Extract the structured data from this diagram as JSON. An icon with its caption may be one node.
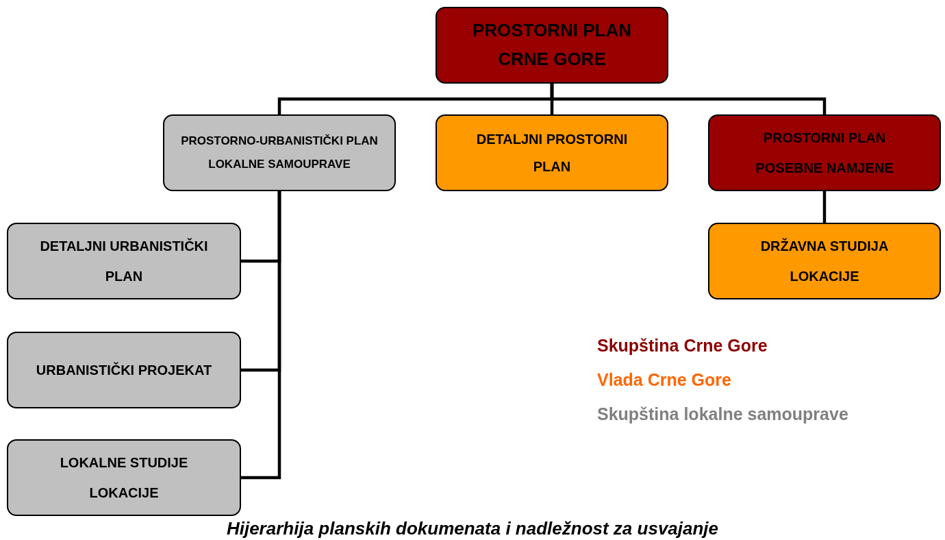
{
  "diagram": {
    "caption": "Hijerarhija planskih dokumenata i nadležnost za usvajanje",
    "nodes": [
      {
        "text": [
          "PROSTORNI PLAN CRNE GORE"
        ]
      },
      {
        "text": [
          "PROSTORNO-URBANISTIČKI PLAN LOKALNE SAMOUPRAVE"
        ]
      },
      {
        "text": [
          "DETALJNI PROSTORNI PLAN"
        ]
      },
      {
        "text": [
          "PROSTORNI PLAN POSEBNE NAMJENE"
        ]
      },
      {
        "text": [
          "DETALJNI URBANISTIČKI PLAN"
        ]
      },
      {
        "text": [
          "URBANISTIČKI PROJEKAT"
        ]
      },
      {
        "text": [
          "LOKALNE STUDIJE LOKACIJE"
        ]
      },
      {
        "text": [
          "DRŽAVNA STUDIJA LOKACIJE"
        ]
      }
    ],
    "edges": [
      {
        "from": 0,
        "to": 1,
        "arrow": "none"
      },
      {
        "from": 0,
        "to": 2,
        "arrow": "none"
      },
      {
        "from": 0,
        "to": 3,
        "arrow": "none"
      },
      {
        "from": 1,
        "to": 4,
        "arrow": "none"
      },
      {
        "from": 1,
        "to": 5,
        "arrow": "none"
      },
      {
        "from": 1,
        "to": 6,
        "arrow": "none"
      },
      {
        "from": 3,
        "to": 7,
        "arrow": "none"
      }
    ],
    "legend": [
      {
        "text": "Skupština Crne Gore",
        "color": "#8b0000"
      },
      {
        "text": "Vlada Crne Gore",
        "color": "#ff6600"
      },
      {
        "text": "Skupština lokalne samouprave",
        "color": "#808080"
      }
    ]
  }
}
